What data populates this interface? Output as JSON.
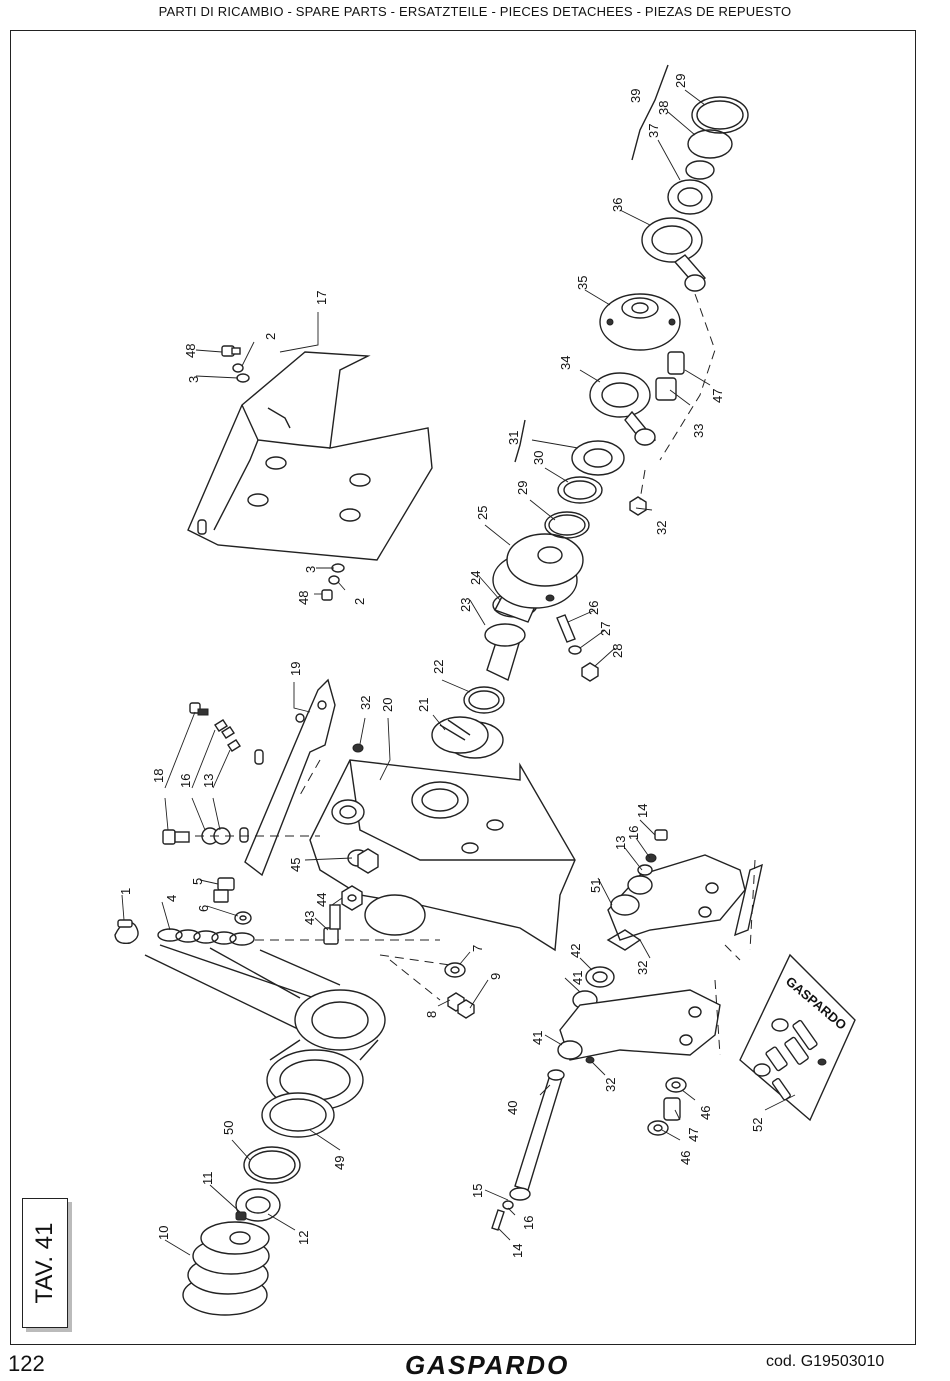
{
  "header": "PARTI DI RICAMBIO - SPARE PARTS - ERSATZTEILE - PIECES DETACHEES - PIEZAS DE REPUESTO",
  "table_label": "TAV. 41",
  "page_number": "122",
  "brand": "GASPARDO",
  "code": "cod.  G19503010",
  "callouts": [
    "1",
    "2",
    "3",
    "4",
    "5",
    "6",
    "7",
    "8",
    "9",
    "10",
    "11",
    "12",
    "13",
    "14",
    "15",
    "16",
    "17",
    "18",
    "19",
    "20",
    "21",
    "22",
    "23",
    "24",
    "25",
    "26",
    "27",
    "28",
    "29",
    "30",
    "31",
    "32",
    "33",
    "34",
    "35",
    "36",
    "37",
    "38",
    "39",
    "40",
    "41",
    "42",
    "43",
    "44",
    "45",
    "46",
    "47",
    "48",
    "49",
    "50",
    "51",
    "52"
  ]
}
